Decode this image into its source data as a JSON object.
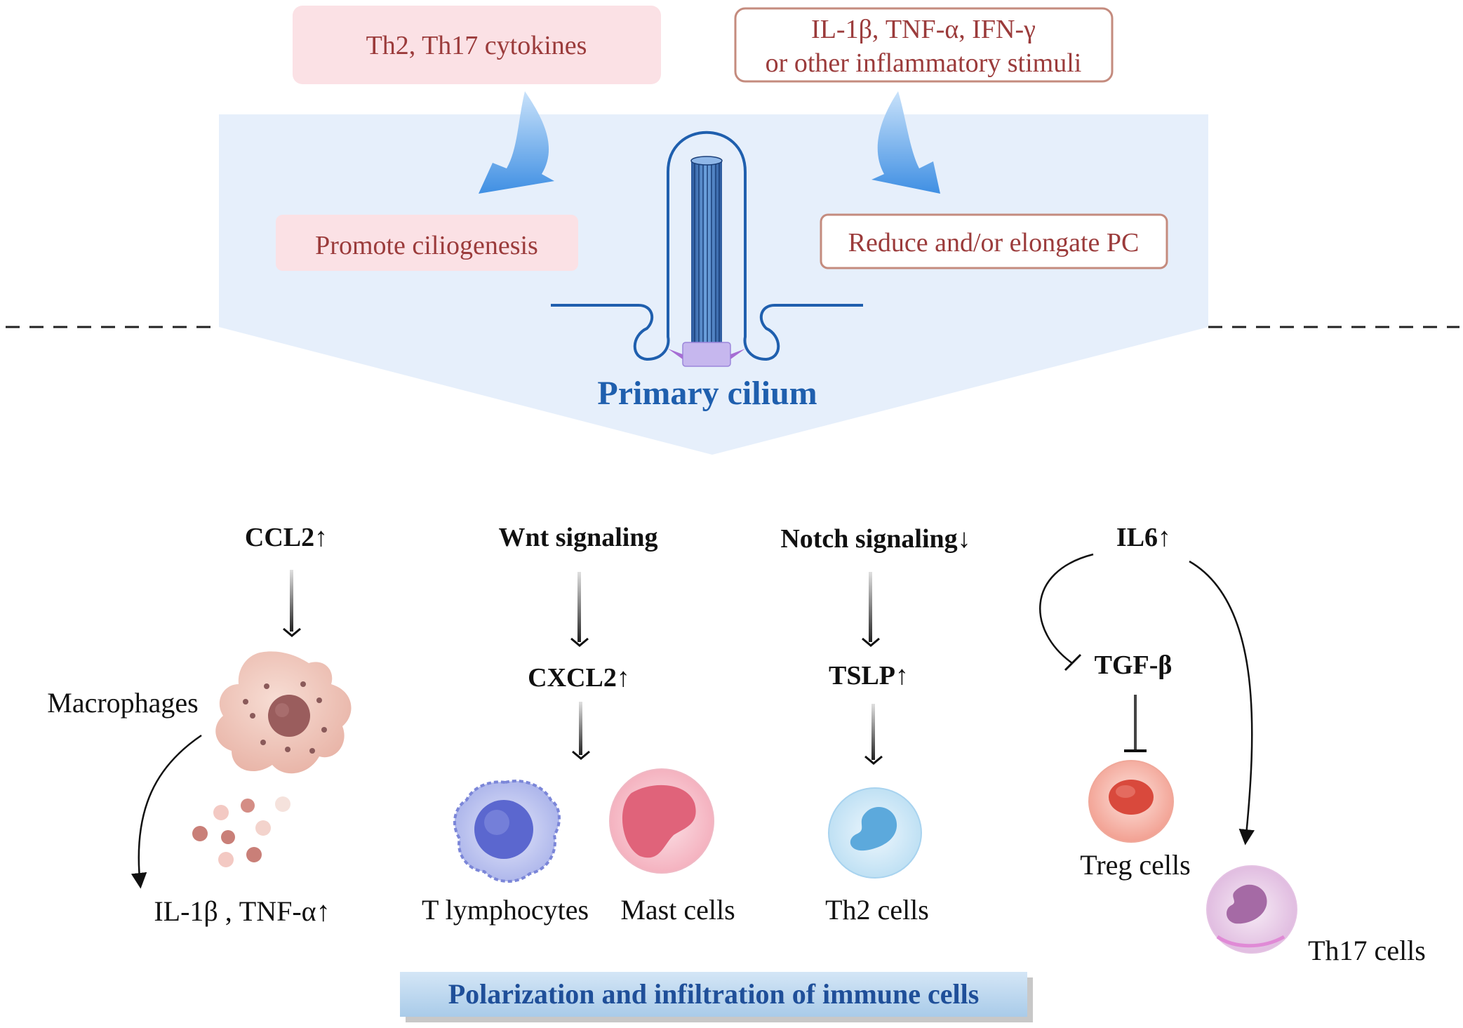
{
  "top": {
    "box_left": "Th2, Th17 cytokines",
    "box_right_line1": "IL-1β, TNF-α, IFN-γ",
    "box_right_line2": "or other inflammatory stimuli",
    "effect_left": "Promote ciliogenesis",
    "effect_right": "Reduce and/or elongate PC",
    "cilium_label": "Primary cilium"
  },
  "pathways": {
    "ccl2": "CCL2↑",
    "macrophages": "Macrophages",
    "il1b_tnfa": "IL-1β , TNF-α↑",
    "wnt": "Wnt signaling",
    "cxcl2": "CXCL2↑",
    "t_lymphocytes": "T lymphocytes",
    "mast_cells": "Mast cells",
    "notch": "Notch signaling↓",
    "tslp": "TSLP↑",
    "th2_cells": "Th2 cells",
    "il6": "IL6↑",
    "tgfb": "TGF-β",
    "treg_cells": "Treg cells",
    "th17_cells": "Th17 cells"
  },
  "footer": {
    "label": "Polarization and infiltration of immune cells"
  },
  "colors": {
    "blue_panel": "#e6effb",
    "pink_box": "#fbe1e5",
    "dark_red_text": "#9b3b3b",
    "cilium_blue": "#1f5fae"
  }
}
